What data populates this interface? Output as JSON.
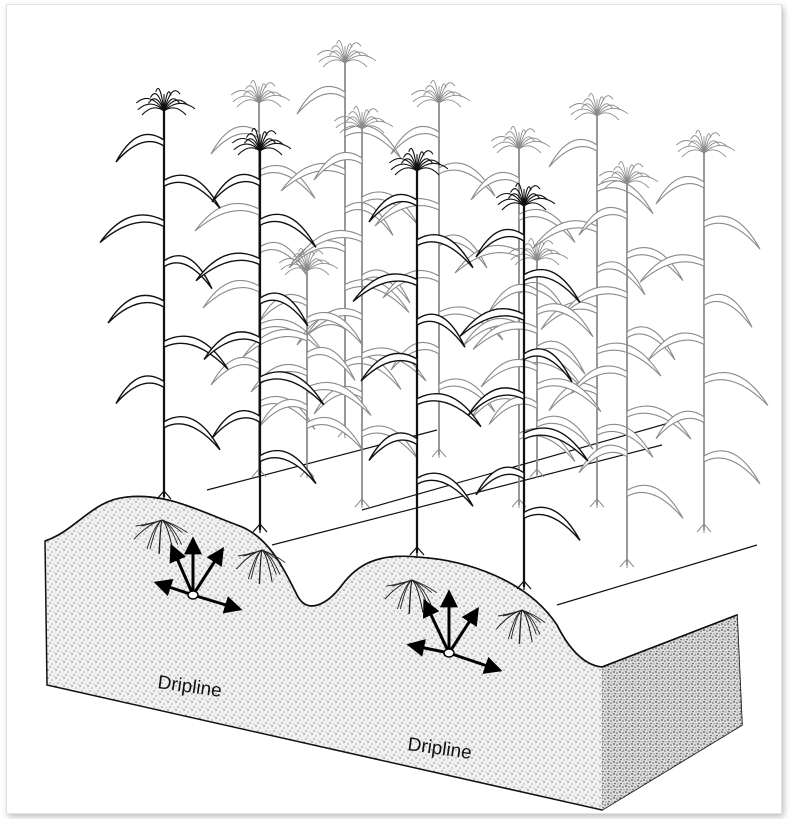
{
  "labels": {
    "dripline_left": "Dripline",
    "dripline_right": "Dripline"
  },
  "colors": {
    "foreground_plants": "#111111",
    "background_plants": "#8a8a8a",
    "soil_texture": "#555555",
    "soil_fill": "#f3f3f3",
    "arrows": "#000000"
  },
  "icons": {
    "emitter": "dripline-emitter-dot",
    "water_flow": "arrow-icon"
  }
}
